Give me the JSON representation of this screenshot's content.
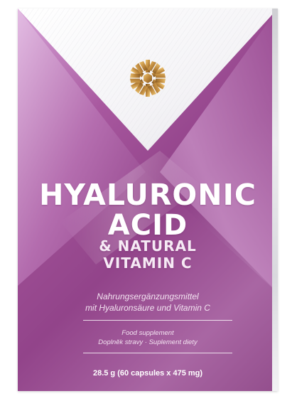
{
  "product": {
    "title_line1": "HYALURONIC",
    "title_line2": "ACID",
    "title_line3": "& NATURAL",
    "title_line4": "VITAMIN C",
    "subtitle_line1": "Nahrungsergänzungsmittel",
    "subtitle_line2": "mit Hyaluronsäure und Vitamin C",
    "supplement_line1": "Food supplement",
    "supplement_line2": "Doplněk stravy · Suplement diety",
    "net_weight": "28.5 g (60 capsules x 475 mg)"
  },
  "colors": {
    "primary_purple": "#8e3f86",
    "light_purple": "#d7a3d8",
    "logo_gold": "#c08a3e",
    "text": "#ffffff"
  },
  "icons": {
    "brand_logo": "gold-snowflake-logo-icon"
  }
}
